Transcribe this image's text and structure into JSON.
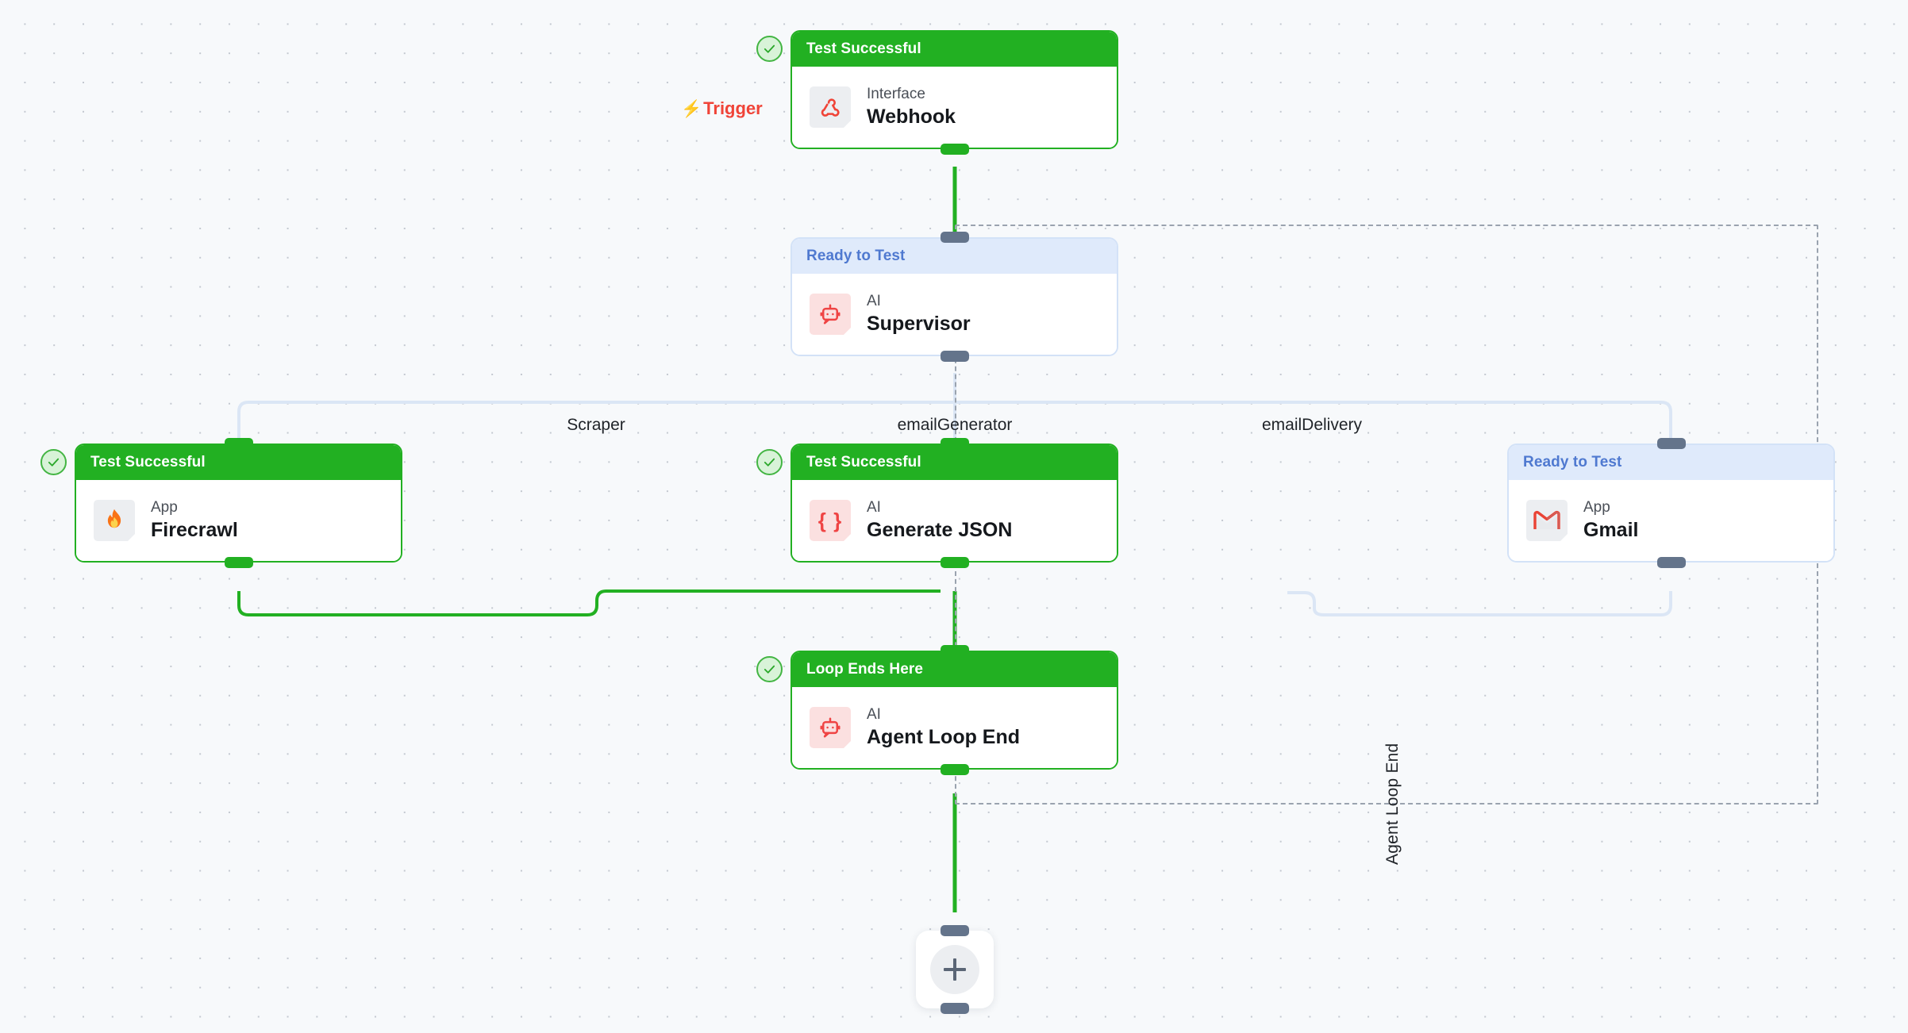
{
  "canvas": {
    "background_color": "#f7f9fb",
    "dot_color": "#c3c8d0"
  },
  "colors": {
    "success_green": "#22b022",
    "ready_blue_bg": "#dfeafb",
    "ready_blue_text": "#4f79d0",
    "trigger_red": "#f04438",
    "handle_slate": "#64748b",
    "dashed_grey": "#9aa3af",
    "inactive_edge": "#dbe6f5"
  },
  "trigger": {
    "label": "Trigger",
    "icon": "lightning-bolt-icon"
  },
  "loop": {
    "label": "Agent Loop End"
  },
  "add_button": {
    "icon": "plus-icon",
    "label": "+"
  },
  "branch_labels": [
    {
      "name": "scraper",
      "text": "Scraper"
    },
    {
      "name": "email-generator",
      "text": "emailGenerator"
    },
    {
      "name": "email-delivery",
      "text": "emailDelivery"
    }
  ],
  "nodes": [
    {
      "id": "webhook",
      "status": "Test Successful",
      "state": "ok",
      "kind": "Interface",
      "title": "Webhook",
      "icon": "webhook-icon",
      "icon_bg": "grey",
      "badge": "check-circle-icon"
    },
    {
      "id": "supervisor",
      "status": "Ready to Test",
      "state": "ready",
      "kind": "AI",
      "title": "Supervisor",
      "icon": "robot-icon",
      "icon_bg": "pink",
      "badge": null
    },
    {
      "id": "firecrawl",
      "status": "Test Successful",
      "state": "ok",
      "kind": "App",
      "title": "Firecrawl",
      "icon": "flame-icon",
      "icon_bg": "grey",
      "badge": "check-circle-icon"
    },
    {
      "id": "generate-json",
      "status": "Test Successful",
      "state": "ok",
      "kind": "AI",
      "title": "Generate JSON",
      "icon": "curly-braces-icon",
      "icon_bg": "pink",
      "badge": "check-circle-icon"
    },
    {
      "id": "gmail",
      "status": "Ready to Test",
      "state": "ready",
      "kind": "App",
      "title": "Gmail",
      "icon": "gmail-icon",
      "icon_bg": "grey",
      "badge": null
    },
    {
      "id": "agent-loop-end",
      "status": "Loop Ends Here",
      "state": "ok",
      "kind": "AI",
      "title": "Agent Loop End",
      "icon": "robot-icon",
      "icon_bg": "pink",
      "badge": "check-circle-icon"
    }
  ]
}
